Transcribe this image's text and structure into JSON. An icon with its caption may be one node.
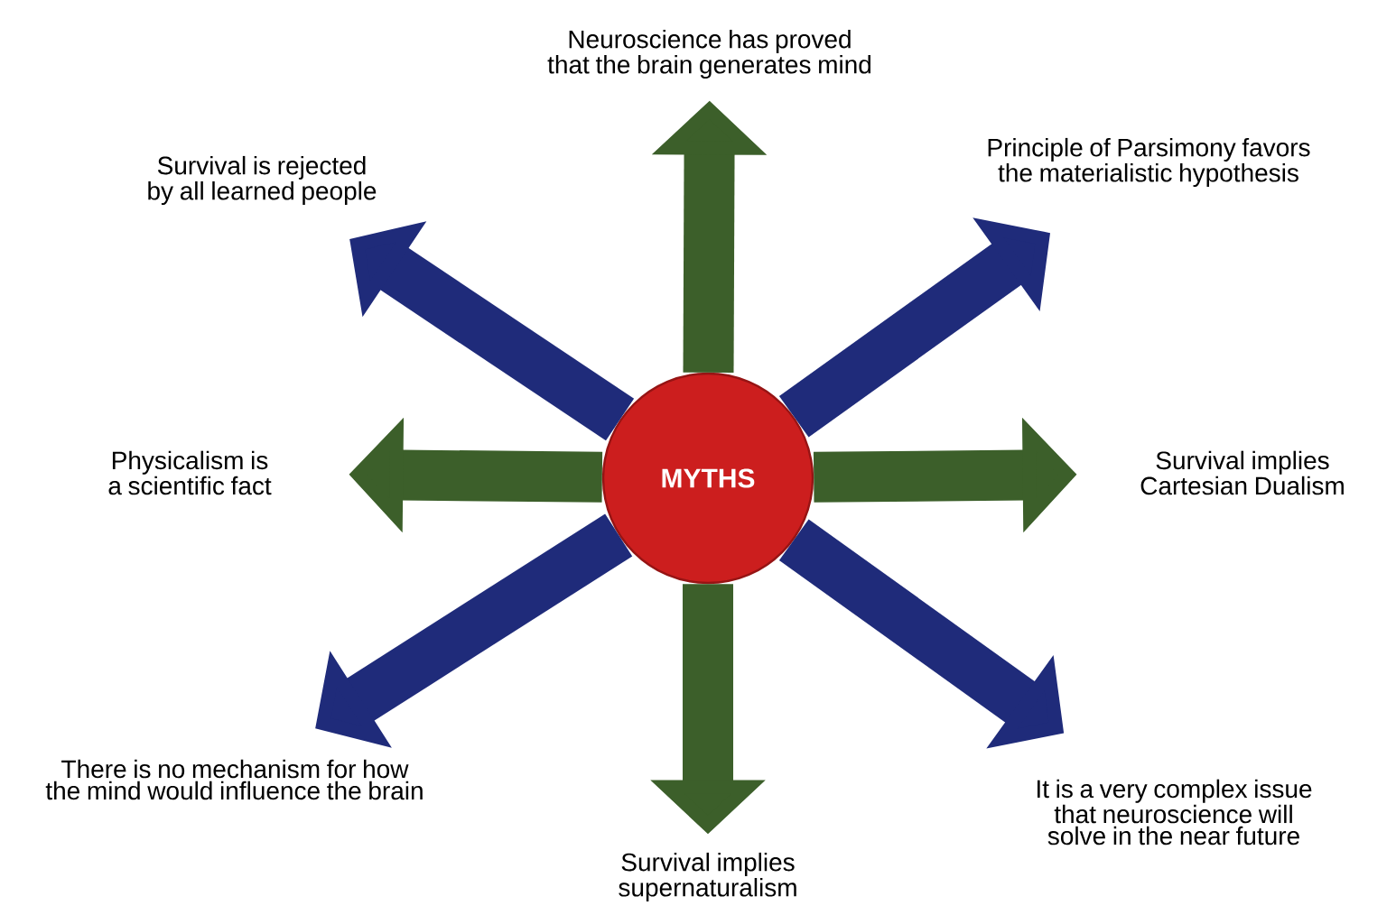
{
  "diagram": {
    "nodes": [
      {
        "text": [
          "MYTHS"
        ]
      },
      {
        "text": [
          "Neuroscience has proved that the brain generates mind"
        ]
      },
      {
        "text": [
          "Survival is rejected by all learned people"
        ]
      },
      {
        "text": [
          "Principle of Parsimony favors the materialistic hypothesis"
        ]
      },
      {
        "text": [
          "Physicalism is a scientific fact"
        ]
      },
      {
        "text": [
          "Survival implies Cartesian Dualism"
        ]
      },
      {
        "text": [
          "There is no mechanism for how the mind would influence the brain"
        ]
      },
      {
        "text": [
          "It is a very complex issue that neuroscience will solve in the near future"
        ]
      },
      {
        "text": [
          "Survival implies supernaturalism"
        ]
      }
    ],
    "edges": [
      {
        "from": 0,
        "to": 1,
        "arrow": "to",
        "color": "#3c5f2a"
      },
      {
        "from": 0,
        "to": 2,
        "arrow": "to",
        "color": "#1f2b7a"
      },
      {
        "from": 0,
        "to": 3,
        "arrow": "to",
        "color": "#1f2b7a"
      },
      {
        "from": 0,
        "to": 4,
        "arrow": "to",
        "color": "#3c5f2a"
      },
      {
        "from": 0,
        "to": 5,
        "arrow": "to",
        "color": "#3c5f2a"
      },
      {
        "from": 0,
        "to": 6,
        "arrow": "to",
        "color": "#1f2b7a"
      },
      {
        "from": 0,
        "to": 7,
        "arrow": "to",
        "color": "#1f2b7a"
      },
      {
        "from": 0,
        "to": 8,
        "arrow": "to",
        "color": "#3c5f2a"
      }
    ]
  }
}
